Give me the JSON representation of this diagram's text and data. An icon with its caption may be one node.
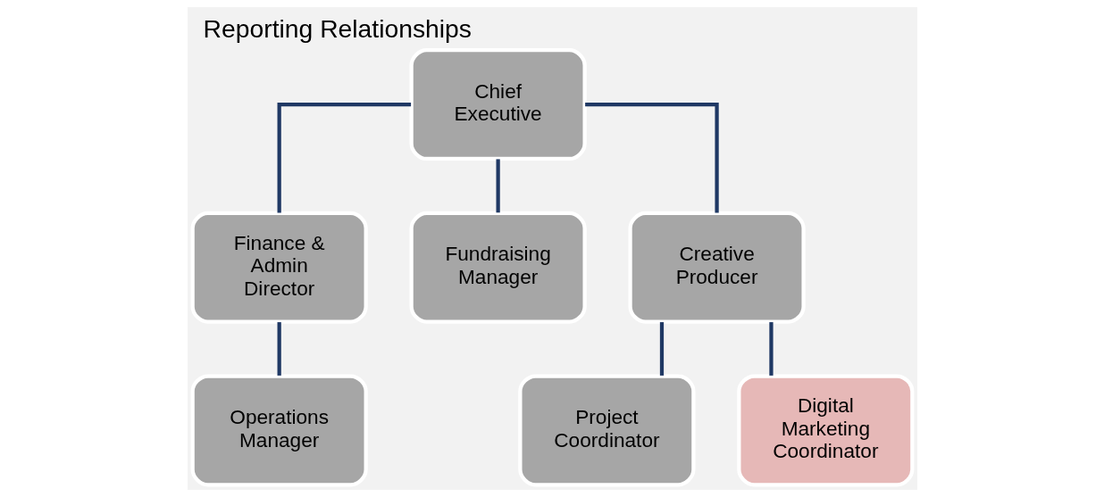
{
  "diagram": {
    "title": "Reporting Relationships",
    "nodes": [
      {
        "text": [
          "Chief Executive"
        ]
      },
      {
        "text": [
          "Finance & Admin Director"
        ]
      },
      {
        "text": [
          "Fundraising Manager"
        ]
      },
      {
        "text": [
          "Creative Producer"
        ]
      },
      {
        "text": [
          "Operations Manager"
        ]
      },
      {
        "text": [
          "Project Coordinator"
        ]
      },
      {
        "text": [
          "Digital Marketing Coordinator"
        ]
      }
    ],
    "edges": [
      {
        "from": 0,
        "to": 1,
        "arrow": "none"
      },
      {
        "from": 0,
        "to": 2,
        "arrow": "none"
      },
      {
        "from": 0,
        "to": 3,
        "arrow": "none"
      },
      {
        "from": 1,
        "to": 4,
        "arrow": "none"
      },
      {
        "from": 3,
        "to": 5,
        "arrow": "none"
      },
      {
        "from": 3,
        "to": 6,
        "arrow": "none"
      }
    ]
  }
}
